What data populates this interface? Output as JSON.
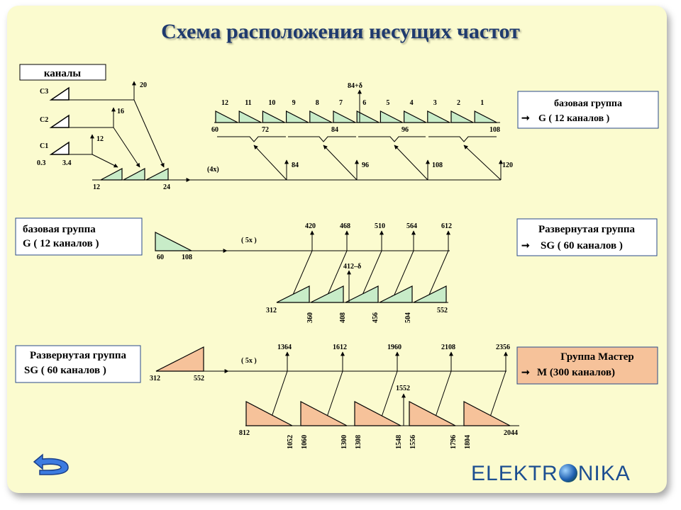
{
  "title": "Схема расположения несущих частот",
  "section1": {
    "channels_label": "каналы",
    "channel_names": [
      "C3",
      "C2",
      "C1"
    ],
    "band_edges": [
      "0.3",
      "3.4"
    ],
    "carrier_tops": [
      "20",
      "16",
      "12"
    ],
    "group_edges": [
      "12",
      "24"
    ],
    "multiplier": "(4x)",
    "carriers": [
      "84",
      "96",
      "108",
      "120"
    ],
    "top_marker": "84+δ",
    "channel_numbers": [
      "12",
      "11",
      "10",
      "9",
      "8",
      "7",
      "6",
      "5",
      "4",
      "3",
      "2",
      "1"
    ],
    "ticks": [
      "60",
      "72",
      "84",
      "96",
      "108"
    ],
    "box_title": "базовая группа",
    "box_sub": "G ( 12 каналов )"
  },
  "section2": {
    "box_title": "базовая группа",
    "box_sub": "G ( 12 каналов )",
    "band_edges": [
      "60",
      "108"
    ],
    "multiplier": "( 5x )",
    "carriers": [
      "420",
      "468",
      "510",
      "564",
      "612"
    ],
    "marker": "412–δ",
    "ticks": [
      "312",
      "360",
      "408",
      "456",
      "504",
      "552"
    ],
    "out_title": "Развернутая группа",
    "out_sub": "SG ( 60 каналов )"
  },
  "section3": {
    "box_title": "Развернутая группа",
    "box_sub": "SG ( 60 каналов )",
    "band_edges": [
      "312",
      "552"
    ],
    "multiplier": "( 5x )",
    "carriers": [
      "1364",
      "1612",
      "1960",
      "2108",
      "2356"
    ],
    "marker": "1552",
    "ticks": [
      "812",
      "1052",
      "1060",
      "1300",
      "1308",
      "1548",
      "1556",
      "1796",
      "1804",
      "2044"
    ],
    "out_title": "Группа Мастер",
    "out_sub": "M (300 каналов)"
  },
  "brand": {
    "left": "ELEKTR",
    "right": "NIKA"
  },
  "colors": {
    "green": "#c8ecc8",
    "orange": "#f6c29a",
    "title": "#1f3a6e"
  }
}
